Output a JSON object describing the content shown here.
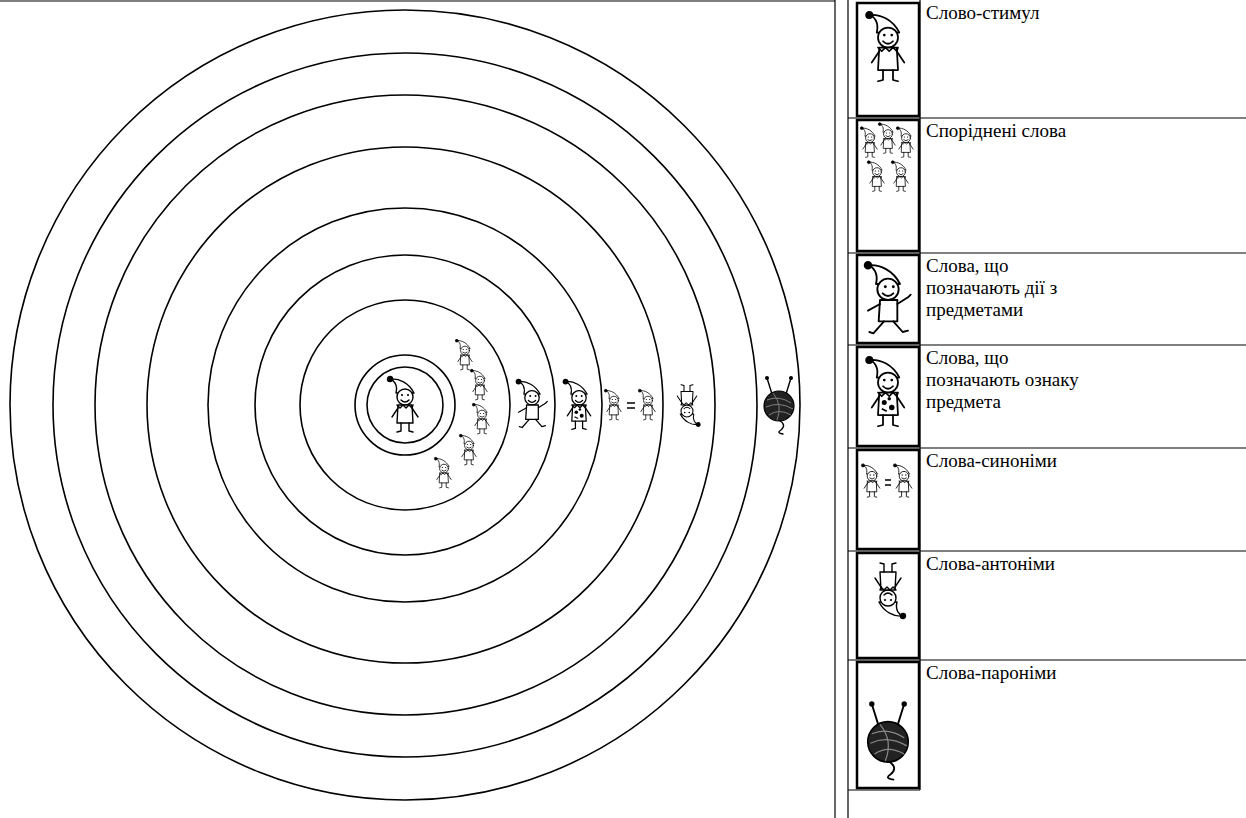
{
  "diagram": {
    "legend": [
      {
        "text": "Слово-стимул"
      },
      {
        "text": "Споріднені слова"
      },
      {
        "text": "Слова, що позначають дії з предметами"
      },
      {
        "text": "Слова, що позначають ознаку предмета"
      },
      {
        "text": "Слова-синоніми"
      },
      {
        "text": "Слова-антоніми"
      },
      {
        "text": "Слова-пароніми"
      }
    ]
  }
}
